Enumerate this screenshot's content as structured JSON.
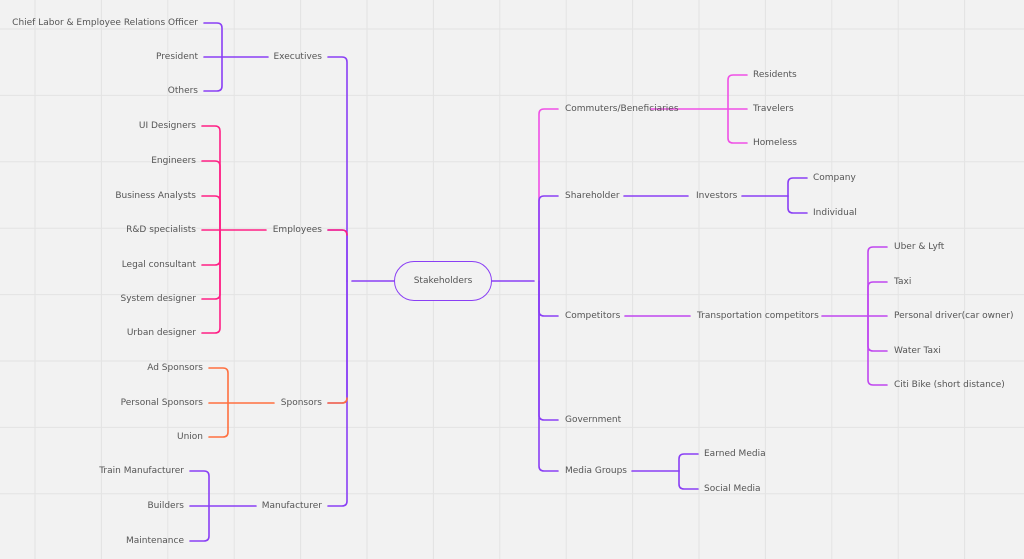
{
  "canvas": {
    "background": "#f2f2f2",
    "grid_color": "#e3e3e3",
    "grid_spacing": 66.4,
    "grid_origin": [
      35,
      29
    ]
  },
  "colors": {
    "purple": "#8a3ff5",
    "pink": "#ff1f85",
    "orange": "#ff7040",
    "magenta": "#f050e6",
    "violet": "#c046f0"
  },
  "root": {
    "label": "Stakeholders"
  },
  "left_branches": [
    {
      "label": "Executives",
      "color": "#8a3ff5",
      "children": [
        "Chief Labor & Employee Relations Officer",
        "President",
        "Others"
      ]
    },
    {
      "label": "Employees",
      "color": "#ff1f85",
      "children": [
        "UI Designers",
        "Engineers",
        "Business Analysts",
        "R&D specialists",
        "Legal consultant",
        "System designer",
        "Urban designer"
      ]
    },
    {
      "label": "Sponsors",
      "color": "#ff7040",
      "children": [
        "Ad Sponsors",
        "Personal Sponsors",
        "Union"
      ]
    },
    {
      "label": "Manufacturer",
      "color": "#8a3ff5",
      "children": [
        "Train Manufacturer",
        "Builders",
        "Maintenance"
      ]
    }
  ],
  "right_branches": [
    {
      "label": "Commuters/Beneficiaries",
      "color": "#f050e6",
      "children": [
        "Residents",
        "Travelers",
        "Homeless"
      ]
    },
    {
      "label": "Shareholder",
      "color": "#8a3ff5",
      "sub": {
        "label": "Investors",
        "children": [
          "Company",
          "Individual"
        ]
      }
    },
    {
      "label": "Competitors",
      "color": "#c046f0",
      "sub": {
        "label": "Transportation competitors",
        "children": [
          "Uber & Lyft",
          "Taxi",
          "Personal driver(car owner)",
          "Water Taxi",
          "Citi Bike (short distance)"
        ]
      }
    },
    {
      "label": "Government",
      "color": "#8a3ff5",
      "children": []
    },
    {
      "label": "Media Groups",
      "color": "#8a3ff5",
      "children": [
        "Earned Media",
        "Social Media"
      ]
    }
  ]
}
